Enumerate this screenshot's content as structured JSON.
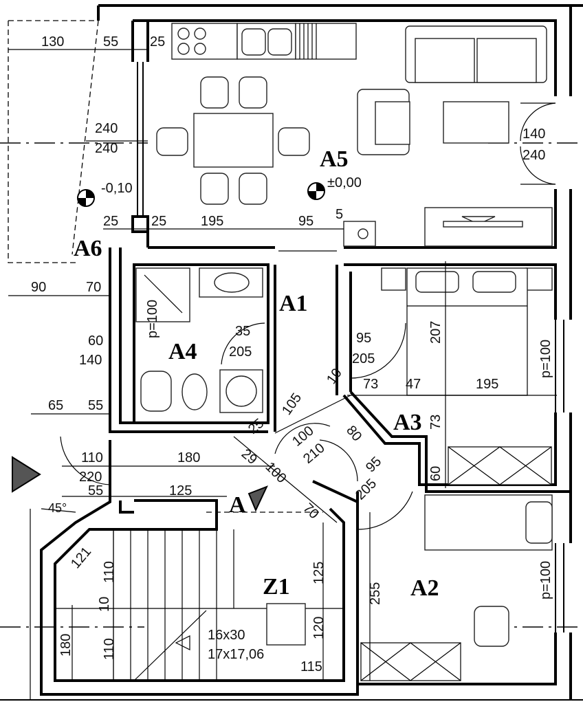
{
  "rooms": {
    "a5": "A5",
    "a6": "A6",
    "a1": "A1",
    "a4": "A4",
    "a3": "A3",
    "a2": "A2",
    "z1": "Z1"
  },
  "levels": {
    "terrace": "-0,10",
    "main": "±0,00"
  },
  "dimensions": {
    "d130": "130",
    "d55a": "55",
    "d25a": "25",
    "d240a": "240",
    "d240b": "240",
    "d25b": "25",
    "d25c": "25",
    "d195a": "195",
    "d95a": "95",
    "d5": "5",
    "d140a": "140",
    "d240c": "240",
    "d90": "90",
    "d70a": "70",
    "p100a": "p=100",
    "d60a": "60",
    "d140b": "140",
    "d35": "35",
    "d205a": "205",
    "d95b": "95",
    "d205b": "205",
    "d207": "207",
    "p100b": "p=100",
    "d73a": "73",
    "d47": "47",
    "d195b": "195",
    "d10": "10",
    "d73b": "73",
    "d65": "65",
    "d55b": "55",
    "d105": "105",
    "d80": "80",
    "d25d": "25",
    "d29": "29",
    "d100a": "100",
    "d210": "210",
    "d95c": "95",
    "d60b": "60",
    "d110a": "110",
    "d180a": "180",
    "d220": "220",
    "d55c": "55",
    "d125a": "125",
    "d100b": "100",
    "d205c": "205",
    "d45": "45°",
    "d70b": "70",
    "d121": "121",
    "d110b": "110",
    "d125b": "125",
    "d255": "255",
    "p100c": "p=100",
    "d10b": "10",
    "d110c": "110",
    "d180b": "180",
    "d120": "120",
    "d16x30": "16x30",
    "d17x": "17x17,06",
    "d115": "115"
  },
  "markers": {
    "section": "A"
  }
}
